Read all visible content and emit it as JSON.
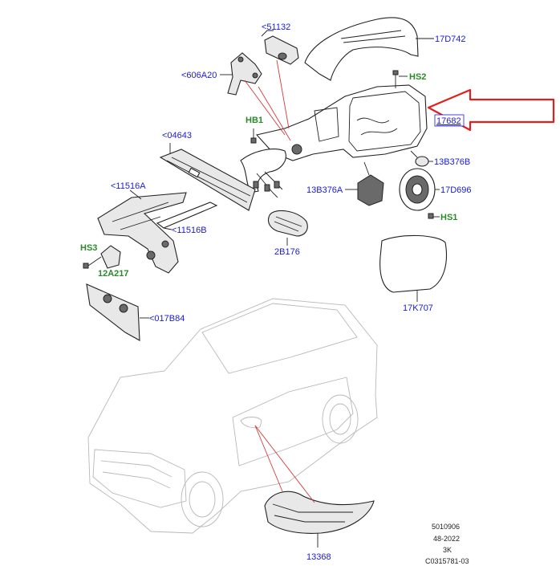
{
  "callouts": {
    "c_51132": "<51132",
    "c_17d742": "17D742",
    "c_606a20": "<606A20",
    "c_hs2": "HS2",
    "c_hb1": "HB1",
    "c_17682": "17682",
    "c_04643": "<04643",
    "c_13b376b": "13B376B",
    "c_11516a": "<11516A",
    "c_13b376a": "13B376A",
    "c_17d696": "17D696",
    "c_11516b": "<11516B",
    "c_hs1": "HS1",
    "c_hs3": "HS3",
    "c_2b176": "2B176",
    "c_12a217": "12A217",
    "c_17k707": "17K707",
    "c_017b84": "<017B84",
    "c_13368": "13368"
  },
  "reference": {
    "line1": "5010906",
    "line2": "48-2022",
    "line3": "3K",
    "line4": "C0315781-03"
  },
  "colors": {
    "part_label": "#1a1adc",
    "fastener_label": "#2a8a2a",
    "highlight_arrow": "#e0201e"
  }
}
